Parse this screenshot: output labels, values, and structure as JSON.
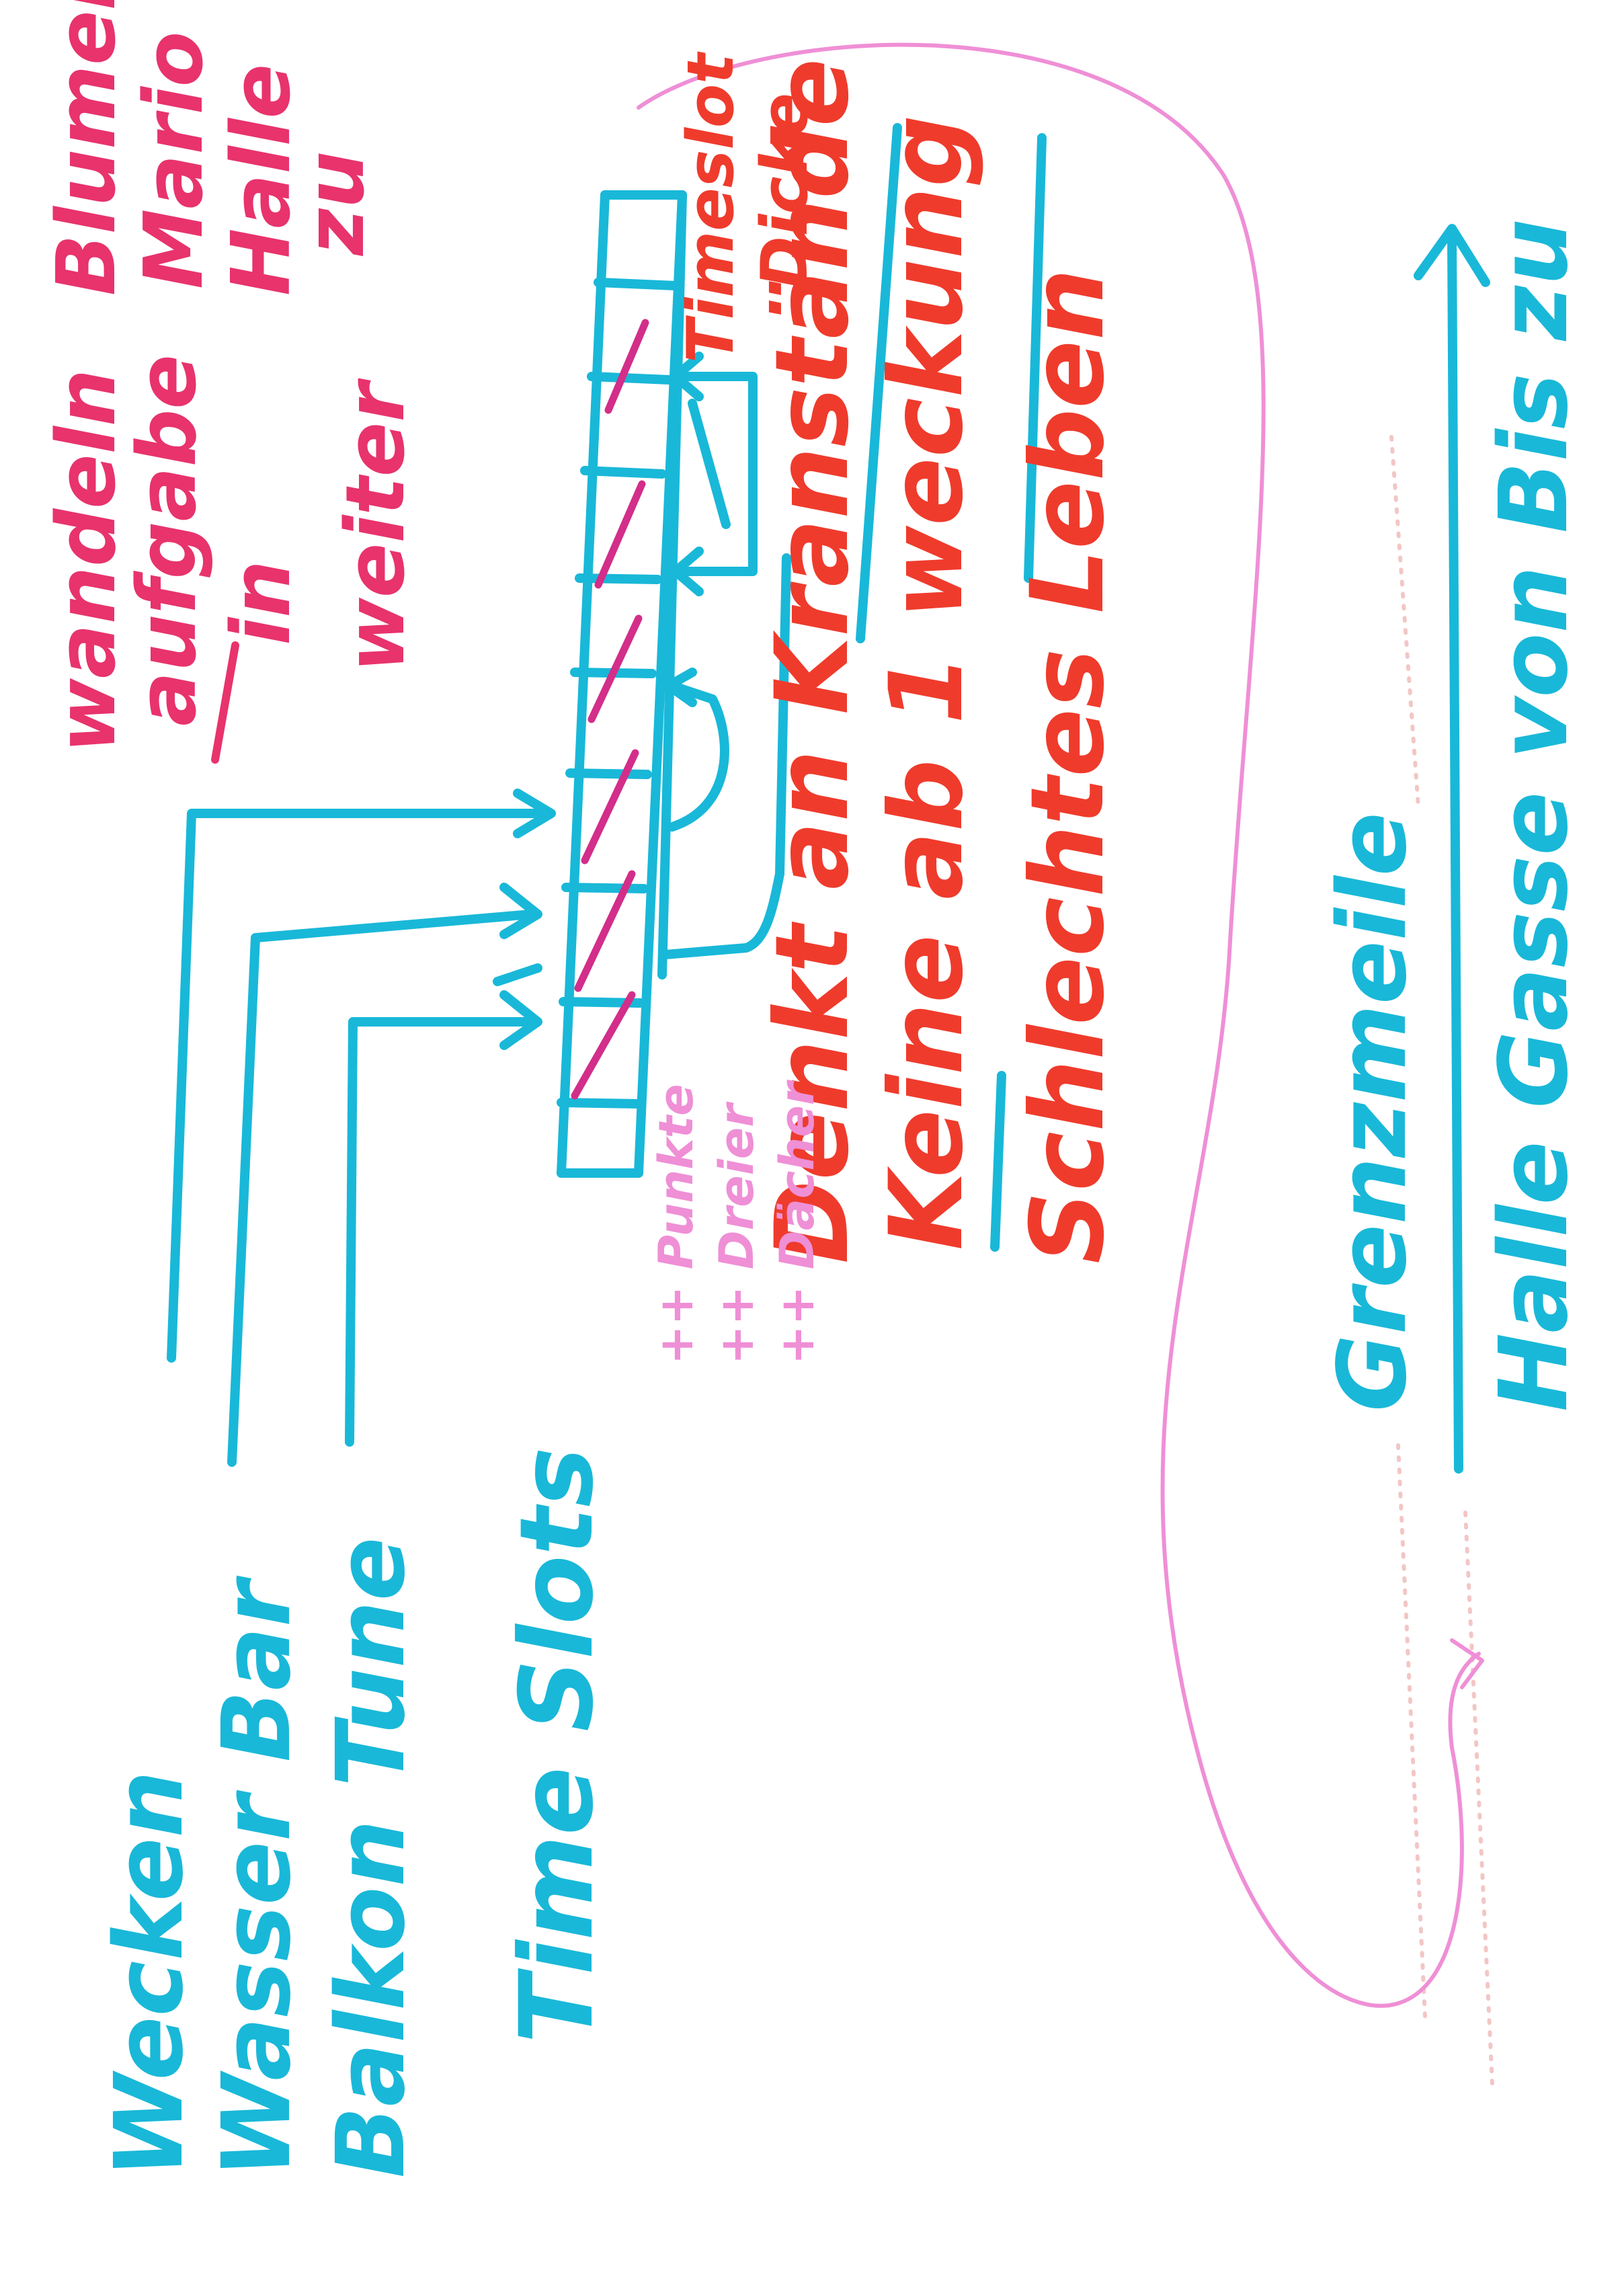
{
  "list": {
    "line1": "Wecken",
    "line2": "Wasser Bar",
    "line3": "Balkon Tune",
    "line4": "Time Slots"
  },
  "notes_top": {
    "line1": "wandeln",
    "line2": "aufgabe",
    "line3": "in",
    "line4": "weiter"
  },
  "notes_right": {
    "line1": "Blumen",
    "line2": "Mario",
    "line3": "Halle",
    "line4": "zu"
  },
  "timeslot_label": {
    "line1": "Timeslot",
    "line2": "Dicke"
  },
  "center_notes": {
    "line1": "Denkt an Kranstände",
    "line2": "Keine ab 1 weckung",
    "line3": "Schlechtes Leben"
  },
  "pink_notes": {
    "line1": "++ Punkte",
    "line2": "++ Dreier",
    "line3": "++ Dächer"
  },
  "bottom_arrow": {
    "line1": "Grenzmeile",
    "line2": "Halle Gasse von Bis zu"
  },
  "colors": {
    "cyan": "#19b8d8",
    "red": "#ef3b2c",
    "crimson": "#e8336d",
    "pink": "#ef8fd6"
  }
}
